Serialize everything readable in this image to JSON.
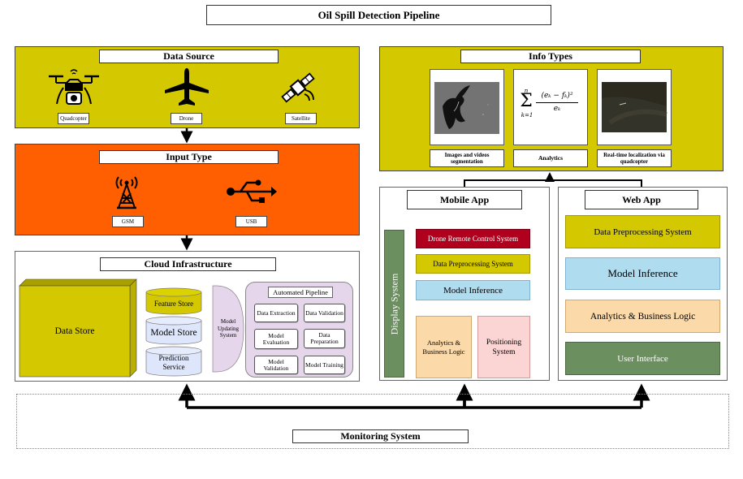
{
  "title": "Oil Spill Detection Pipeline",
  "data_source": {
    "title": "Data Source",
    "items": [
      {
        "label": "Quadcopter",
        "icon": "quadcopter-icon"
      },
      {
        "label": "Drone",
        "icon": "airplane-icon"
      },
      {
        "label": "Satellite",
        "icon": "satellite-icon"
      }
    ]
  },
  "input_type": {
    "title": "Input Type",
    "items": [
      {
        "label": "GSM",
        "icon": "antenna-tower-icon"
      },
      {
        "label": "USB",
        "icon": "usb-icon"
      }
    ]
  },
  "cloud": {
    "title": "Cloud Infrastructure",
    "data_store": "Data Store",
    "feature_store": "Feature Store",
    "model_store": "Model Store",
    "prediction_service": "Prediction Service",
    "model_updating": "Model Updating System",
    "pipeline_title": "Automated Pipeline",
    "pipeline_steps": {
      "extraction": "Data Extraction",
      "validation": "Data Validation",
      "evaluation": "Model Evaluation",
      "preparation": "Data Preparation",
      "model_validation": "Model Validation",
      "training": "Model Training"
    }
  },
  "info_types": {
    "title": "Info Types",
    "items": [
      {
        "label": "Images and videos segmentation"
      },
      {
        "label": "Analytics"
      },
      {
        "label": "Real-time localization via quadcopter"
      }
    ],
    "formula": {
      "sum_top": "n",
      "sum_bottom": "k=1",
      "numerator": "(eₖ − fₖ)²",
      "denominator": "eₖ"
    }
  },
  "mobile_app": {
    "title": "Mobile App",
    "display_system": "Display System",
    "drone_remote": "Drone Remote Control System",
    "preprocessing": "Data Preprocessing System",
    "inference": "Model Inference",
    "analytics": "Analytics & Business Logic",
    "positioning": "Positioning System"
  },
  "web_app": {
    "title": "Web App",
    "preprocessing": "Data Preprocessing System",
    "inference": "Model Inference",
    "analytics": "Analytics & Business Logic",
    "ui": "User Interface"
  },
  "monitoring": {
    "title": "Monitoring System"
  },
  "colors": {
    "olive": "#d4c800",
    "orange": "#ff5f00",
    "crimson": "#b0001e",
    "light_blue": "#b0dcf0",
    "peach": "#fbd9a8",
    "pink": "#fbd4d4",
    "green": "#6b8f5f",
    "lavender": "#e6d6ec",
    "cyl_blue": "#dde6fb"
  }
}
